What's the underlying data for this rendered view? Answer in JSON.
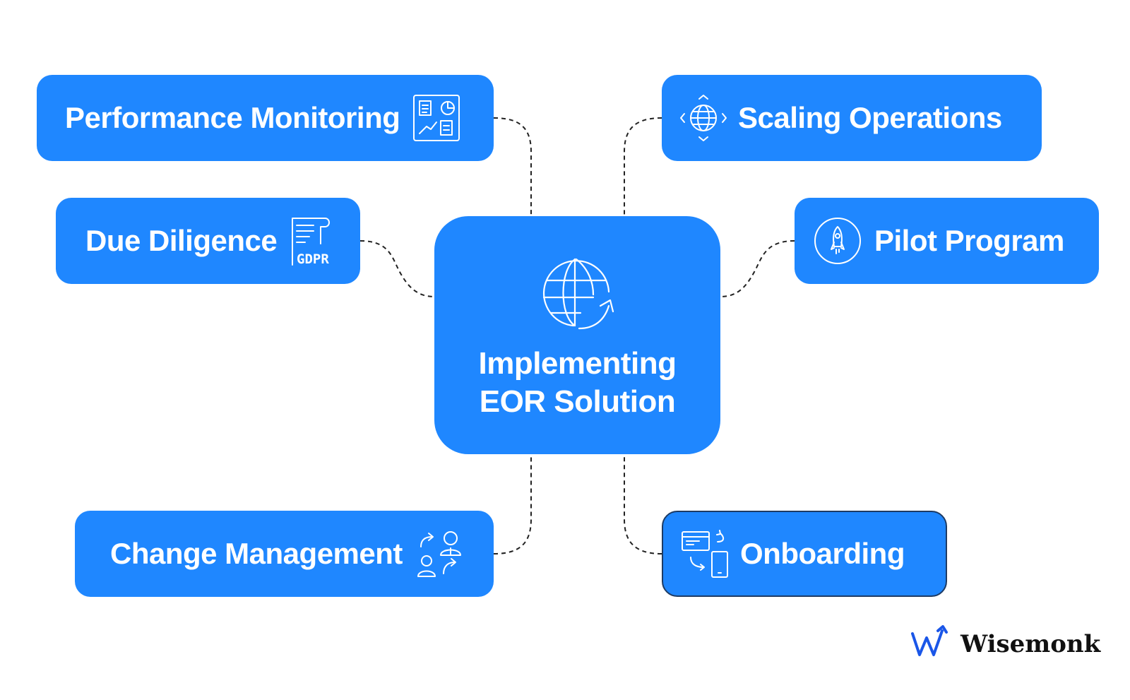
{
  "diagram": {
    "center": {
      "icon": "globe-arrow-icon",
      "title_line1": "Implementing",
      "title_line2": "EOR Solution"
    },
    "nodes": [
      {
        "id": "performance-monitoring",
        "label": "Performance Monitoring",
        "icon": "dashboard-icon"
      },
      {
        "id": "due-diligence",
        "label": "Due Diligence",
        "icon": "gdpr-document-icon",
        "icon_text": "GDPR"
      },
      {
        "id": "change-management",
        "label": "Change Management",
        "icon": "people-exchange-icon"
      },
      {
        "id": "scaling-operations",
        "label": "Scaling Operations",
        "icon": "globe-expand-icon"
      },
      {
        "id": "pilot-program",
        "label": "Pilot Program",
        "icon": "rocket-icon"
      },
      {
        "id": "onboarding",
        "label": "Onboarding",
        "icon": "devices-sync-icon"
      }
    ]
  },
  "brand": {
    "name": "Wisemonk",
    "icon": "wisemonk-logo-icon"
  },
  "colors": {
    "node_fill": "#1f87ff",
    "text": "#ffffff",
    "connector": "#222222",
    "onboarding_border": "#1d3b64",
    "brand_text": "#111111"
  }
}
